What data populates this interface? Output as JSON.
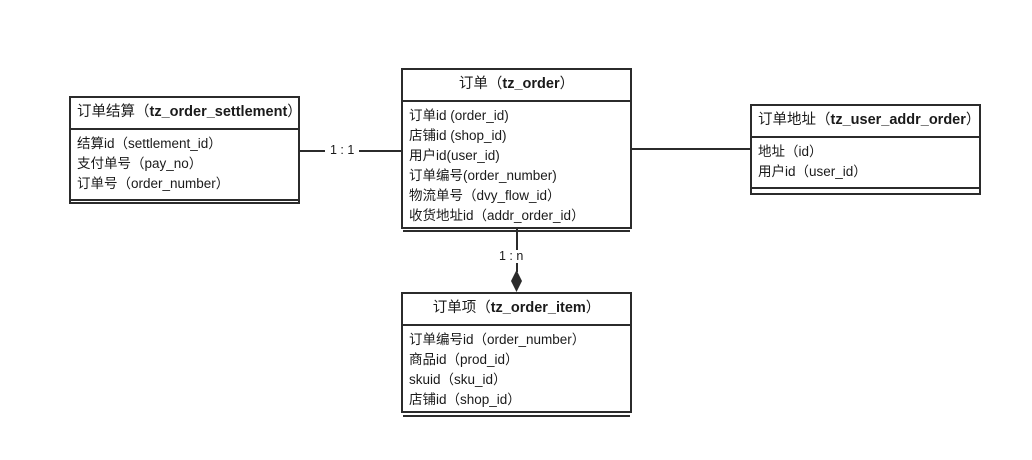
{
  "diagram": {
    "title": "order ER diagram",
    "background": "#ffffff",
    "line_color": "#2b2b2b",
    "text_color": "#1a1a1a"
  },
  "entities": {
    "settlement": {
      "name_cn": "订单结算",
      "table": "tz_order_settlement",
      "title_open": "（",
      "title_close": "）",
      "attrs": [
        "结算id（settlement_id）",
        "支付单号（pay_no）",
        "订单号（order_number）"
      ]
    },
    "order": {
      "name_cn": "订单",
      "table": "tz_order",
      "title_open": "（",
      "title_close": "）",
      "attrs": [
        "订单id (order_id)",
        "店铺id (shop_id)",
        "用户id(user_id)",
        "订单编号(order_number)",
        "物流单号（dvy_flow_id）",
        "收货地址id（addr_order_id）"
      ]
    },
    "addr": {
      "name_cn": "订单地址",
      "table": "tz_user_addr_order",
      "title_open": "（",
      "title_close": "）",
      "attrs": [
        "地址（id）",
        "用户id（user_id）"
      ]
    },
    "item": {
      "name_cn": "订单项",
      "table": "tz_order_item",
      "title_open": "（",
      "title_close": "）",
      "attrs": [
        "订单编号id（order_number）",
        "商品id（prod_id）",
        "skuid（sku_id）",
        "店铺id（shop_id）"
      ]
    }
  },
  "relations": {
    "settlement_order": {
      "label": "1 : 1"
    },
    "order_addr": {
      "label": ""
    },
    "order_item": {
      "label": "1 : n"
    }
  }
}
